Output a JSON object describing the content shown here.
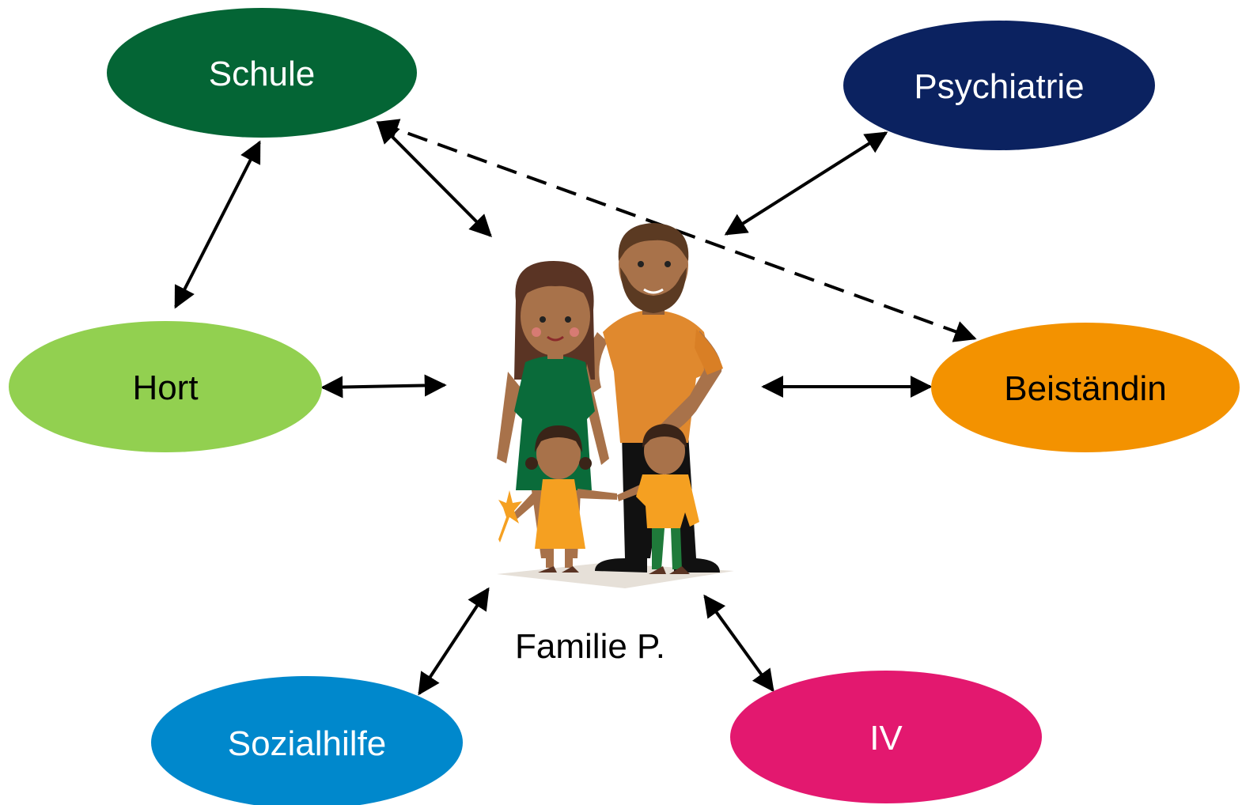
{
  "nodes": {
    "schule": {
      "label": "Schule",
      "fill": "#046535",
      "text_color": "#ffffff"
    },
    "psychiatrie": {
      "label": "Psychiatrie",
      "fill": "#0b2260",
      "text_color": "#ffffff"
    },
    "hort": {
      "label": "Hort",
      "fill": "#92d050",
      "text_color": "#000000"
    },
    "beistaendin": {
      "label": "Beiständin",
      "fill": "#f39200",
      "text_color": "#000000"
    },
    "sozialhilfe": {
      "label": "Sozialhilfe",
      "fill": "#0088cc",
      "text_color": "#ffffff"
    },
    "iv": {
      "label": "IV",
      "fill": "#e3186f",
      "text_color": "#ffffff"
    }
  },
  "center": {
    "label": "Familie P."
  },
  "edges": [
    {
      "from": "schule",
      "to": "familie",
      "style": "solid",
      "bidirectional": true
    },
    {
      "from": "schule",
      "to": "hort",
      "style": "solid",
      "bidirectional": true
    },
    {
      "from": "schule",
      "to": "beistaendin",
      "style": "dashed",
      "bidirectional": true
    },
    {
      "from": "psychiatrie",
      "to": "familie",
      "style": "solid",
      "bidirectional": true
    },
    {
      "from": "hort",
      "to": "familie",
      "style": "solid",
      "bidirectional": true
    },
    {
      "from": "beistaendin",
      "to": "familie",
      "style": "solid",
      "bidirectional": true
    },
    {
      "from": "sozialhilfe",
      "to": "familie",
      "style": "solid",
      "bidirectional": true
    },
    {
      "from": "iv",
      "to": "familie",
      "style": "solid",
      "bidirectional": true
    }
  ],
  "family_colors": {
    "mother_dress": "#0a6b3a",
    "father_shirt": "#e0892e",
    "child_clothes": "#f5a021",
    "skin": "#a8724a"
  }
}
